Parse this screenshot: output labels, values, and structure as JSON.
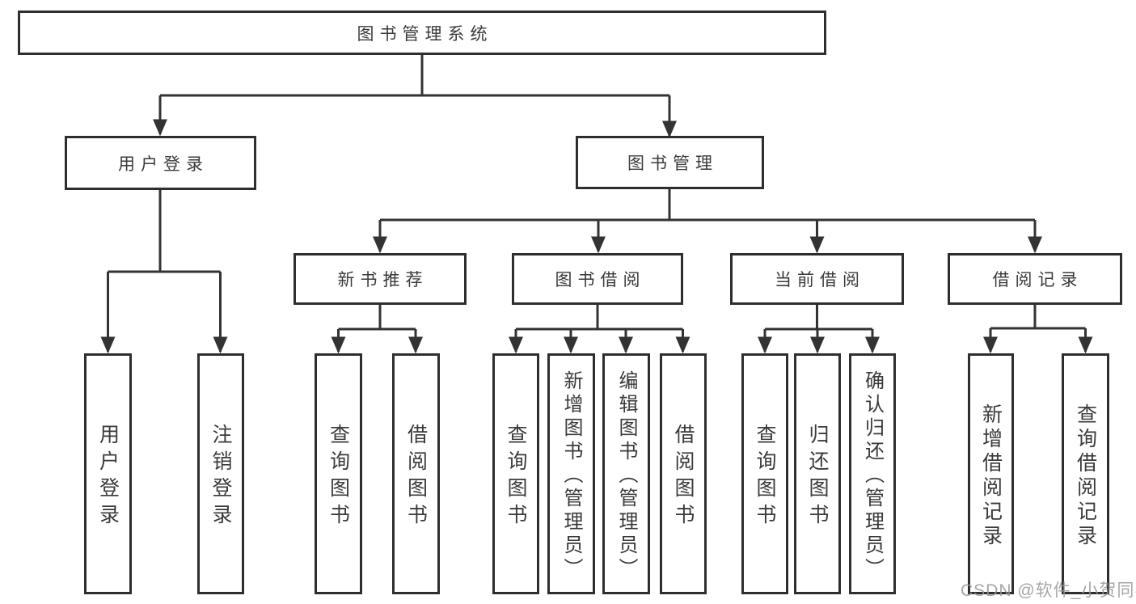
{
  "tree": {
    "label": "图书管理系统",
    "children": [
      {
        "label": "用户登录",
        "children": [
          {
            "label": "用户登录"
          },
          {
            "label": "注销登录"
          }
        ]
      },
      {
        "label": "图书管理",
        "children": [
          {
            "label": "新书推荐",
            "children": [
              {
                "label": "查询图书"
              },
              {
                "label": "借阅图书"
              }
            ]
          },
          {
            "label": "图书借阅",
            "children": [
              {
                "label": "查询图书"
              },
              {
                "label": "新增图书（管理员）"
              },
              {
                "label": "编辑图书（管理员）"
              },
              {
                "label": "借阅图书"
              }
            ]
          },
          {
            "label": "当前借阅",
            "children": [
              {
                "label": "查询图书"
              },
              {
                "label": "归还图书"
              },
              {
                "label": "确认归还（管理员）"
              }
            ]
          },
          {
            "label": "借阅记录",
            "children": [
              {
                "label": "新增借阅记录"
              },
              {
                "label": "查询借阅记录"
              }
            ]
          }
        ]
      }
    ]
  },
  "watermark": {
    "text": "CSDN @软件_小贺同学"
  },
  "colors": {
    "line": "#333333",
    "box_border": "#2e2e2e",
    "text": "#3a3a3a",
    "watermark": "#969696",
    "background": "#ffffff"
  }
}
